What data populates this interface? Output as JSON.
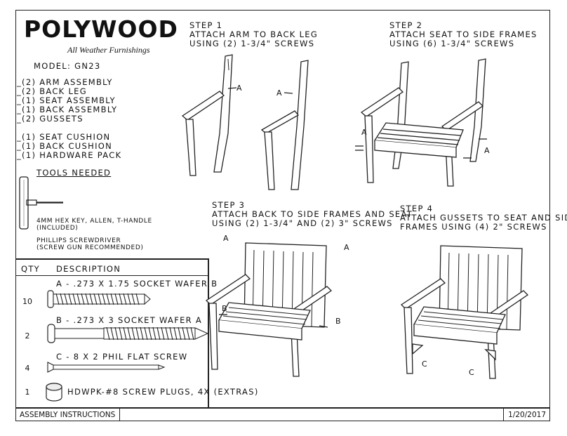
{
  "brand": {
    "name": "POLYWOOD",
    "tagline": "All Weather Furnishings"
  },
  "model": "MODEL: GN23",
  "contents": [
    "_(2) ARM ASSEMBLY",
    "_(2) BACK LEG",
    "_(1) SEAT ASSEMBLY",
    "_(1) BACK ASSEMBLY",
    "_(2) GUSSETS"
  ],
  "contents2": [
    "_(1) SEAT CUSHION",
    "_(1) BACK CUSHION",
    "_(1) HARDWARE PACK"
  ],
  "tools": {
    "heading": "TOOLS NEEDED",
    "hex_key_line1": "4MM HEX KEY, ALLEN, T-HANDLE",
    "hex_key_line2": "(INCLUDED)",
    "screwdriver_line1": "PHILLIPS SCREWDRIVER",
    "screwdriver_line2": "(SCREW GUN RECOMMENDED)"
  },
  "hardware_table": {
    "col_qty": "QTY",
    "col_desc": "DESCRIPTION",
    "rows": [
      {
        "qty": "10",
        "desc": "A - .273 X 1.75 SOCKET WAFER B"
      },
      {
        "qty": "2",
        "desc": "B - .273 X 3 SOCKET WAFER A"
      },
      {
        "qty": "4",
        "desc": "C - 8 X 2 PHIL FLAT SCREW"
      },
      {
        "qty": "1",
        "desc": "HDWPK-#8 SCREW PLUGS, 4X (EXTRAS)"
      }
    ]
  },
  "steps": [
    {
      "title": "STEP 1",
      "line1": "ATTACH ARM TO BACK LEG",
      "line2": "USING (2) 1-3/4\" SCREWS"
    },
    {
      "title": "STEP 2",
      "line1": "ATTACH SEAT TO SIDE FRAMES",
      "line2": "USING (6) 1-3/4\" SCREWS"
    },
    {
      "title": "STEP 3",
      "line1": "ATTACH BACK TO SIDE FRAMES AND SEAT",
      "line2": "USING (2) 1-3/4\" AND (2) 3\" SCREWS"
    },
    {
      "title": "STEP 4",
      "line1": "ATTACH GUSSETS TO SEAT AND SIDE",
      "line2": "FRAMES USING (4) 2\" SCREWS"
    }
  ],
  "part_labels": {
    "a": "A",
    "b": "B",
    "c": "C"
  },
  "footer": {
    "left": "ASSEMBLY INSTRUCTIONS",
    "right": "1/20/2017"
  },
  "colors": {
    "line": "#222222",
    "paper": "#ffffff"
  }
}
